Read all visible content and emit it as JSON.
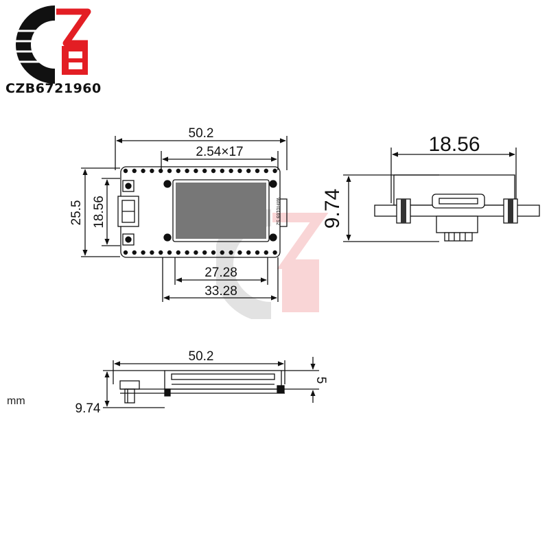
{
  "brand": {
    "name": "CZB6721960",
    "accent": "#e31e24"
  },
  "units": "mm",
  "top_view": {
    "width": "50.2",
    "pitch": "2.54×17",
    "height": "25.5",
    "inner_height": "18.56",
    "span_inner": "27.28",
    "span_outer": "33.28",
    "board_silk": "WIFI0169 52"
  },
  "end_view": {
    "width": "18.56",
    "height": "9.74"
  },
  "side_view": {
    "width": "50.2",
    "thickness": "5",
    "height": "9.74"
  }
}
